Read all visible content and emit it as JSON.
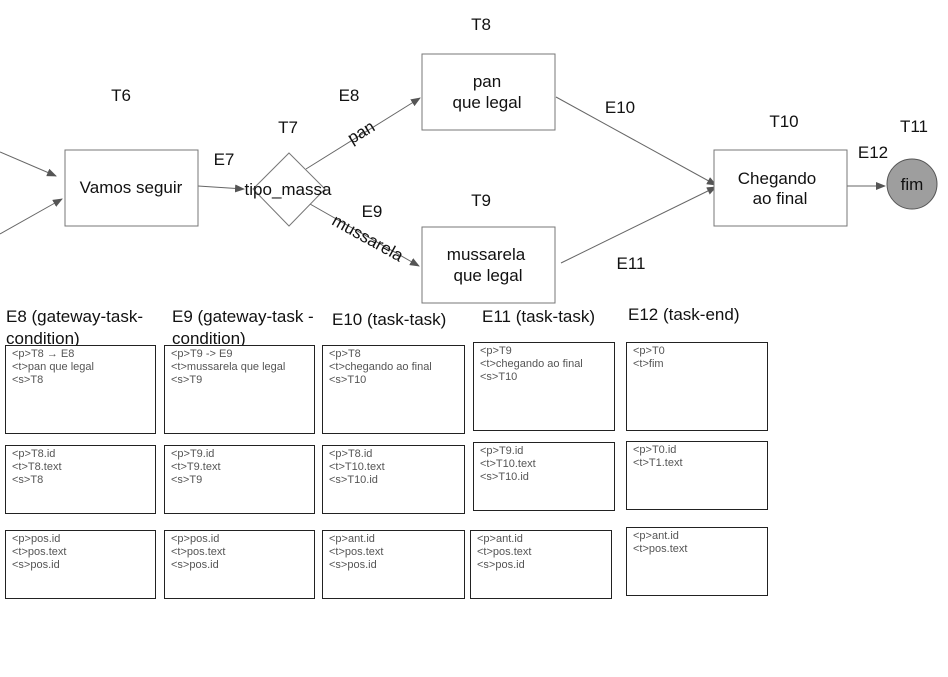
{
  "nodes": {
    "t6": {
      "id": "T6",
      "text": "Vamos seguir"
    },
    "t7": {
      "id": "T7",
      "text": "tipo_massa"
    },
    "t8": {
      "id": "T8",
      "line1": "pan",
      "line2": "que legal"
    },
    "t9": {
      "id": "T9",
      "line1": "mussarela",
      "line2": "que legal"
    },
    "t10": {
      "id": "T10",
      "line1": "Chegando",
      "line2": "ao final"
    },
    "t11": {
      "id": "T11",
      "text": "fim"
    }
  },
  "edges": {
    "e7": {
      "id": "E7"
    },
    "e8": {
      "id": "E8",
      "label": "pan"
    },
    "e9": {
      "id": "E9",
      "label": "mussarela"
    },
    "e10": {
      "id": "E10"
    },
    "e11": {
      "id": "E11"
    },
    "e12": {
      "id": "E12"
    }
  },
  "columns": [
    {
      "title": "E8 (gateway-task-\ncondition)",
      "boxes": [
        [
          "<p>T8 → E8",
          "<t>pan que legal",
          "<s>T8"
        ],
        [
          "<p>T8.id",
          "<t>T8.text",
          "<s>T8"
        ],
        [
          "<p>pos.id",
          "<t>pos.text",
          "<s>pos.id"
        ]
      ]
    },
    {
      "title": "E9 (gateway-task -\ncondition)",
      "boxes": [
        [
          "<p>T9 -> E9",
          "<t>mussarela que legal",
          "<s>T9"
        ],
        [
          "<p>T9.id",
          "<t>T9.text",
          "<s>T9"
        ],
        [
          "<p>pos.id",
          "<t>pos.text",
          "<s>pos.id"
        ]
      ]
    },
    {
      "title": "E10 (task-task)",
      "boxes": [
        [
          "<p>T8",
          "<t>chegando ao final",
          "<s>T10"
        ],
        [
          "<p>T8.id",
          "<t>T10.text",
          "<s>T10.id"
        ],
        [
          "<p>ant.id",
          "<t>pos.text",
          "<s>pos.id"
        ]
      ]
    },
    {
      "title": "E11 (task-task)",
      "boxes": [
        [
          "<p>T9",
          "<t>chegando ao final",
          "<s>T10"
        ],
        [
          "<p>T9.id",
          "<t>T10.text",
          "<s>T10.id"
        ],
        [
          "<p>ant.id",
          "<t>pos.text",
          "<s>pos.id"
        ]
      ]
    },
    {
      "title": "E12 (task-end)",
      "boxes": [
        [
          "<p>T0",
          "<t>fim"
        ],
        [
          "<p>T0.id",
          "<t>T1.text"
        ],
        [
          "<p>ant.id",
          "<t>pos.text"
        ]
      ]
    }
  ],
  "colors": {
    "end_fill": "#9e9e9e",
    "stroke": "#666666",
    "arrow": "#555555"
  }
}
